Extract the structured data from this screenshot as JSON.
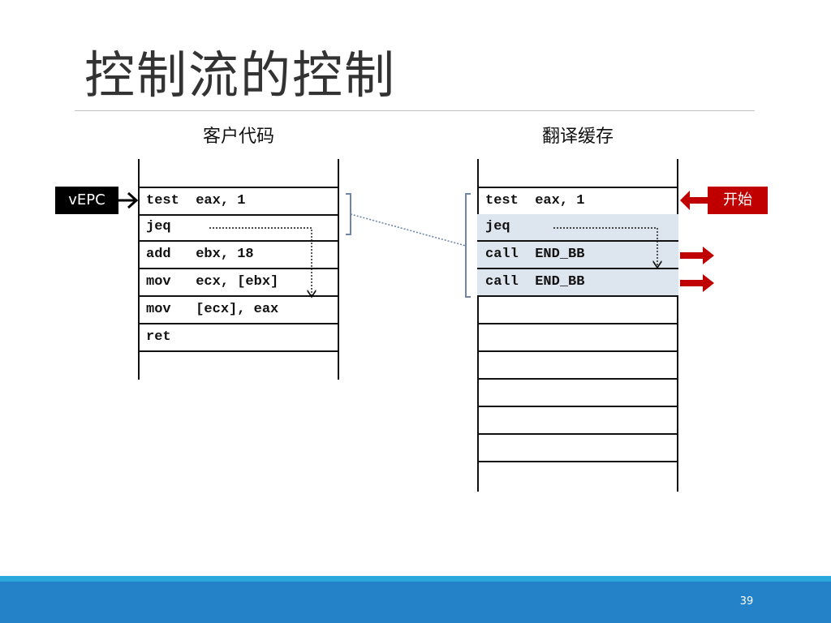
{
  "slide": {
    "title": "控制流的控制",
    "page_number": "39"
  },
  "guest_code": {
    "heading": "客户代码",
    "pointer_label": "vEPC",
    "rows": [
      "test  eax, 1",
      "jeq",
      "add   ebx, 18",
      "mov   ecx, [ebx]",
      "mov   [ecx], eax",
      "ret"
    ]
  },
  "translation_cache": {
    "heading": "翻译缓存",
    "start_label": "开始",
    "rows": [
      "test  eax, 1",
      "jeq",
      "call  END_BB",
      "call  END_BB",
      "",
      "",
      "",
      "",
      ""
    ]
  },
  "colors": {
    "vepc_bg": "#000000",
    "start_bg": "#c00000",
    "arrow_red": "#c00000",
    "highlight": "#dde5ef",
    "bracket": "#6f86a8",
    "footer": "#2482c8"
  }
}
